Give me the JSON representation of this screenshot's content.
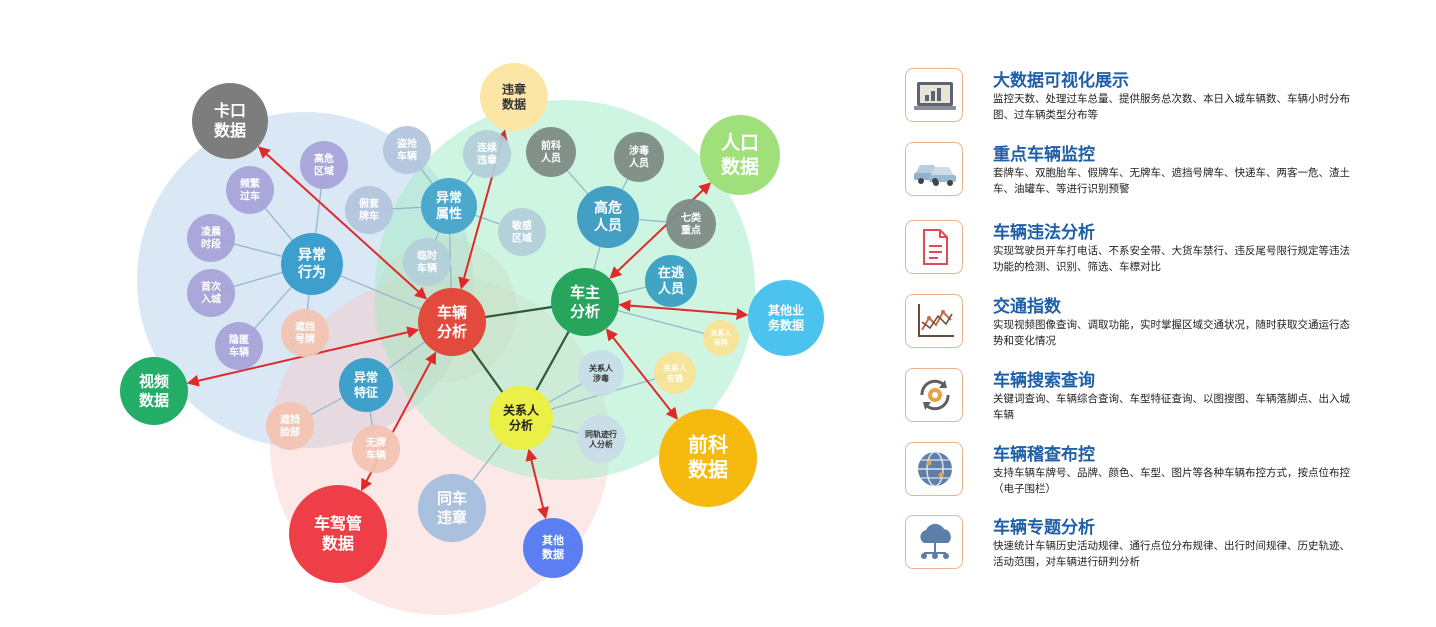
{
  "diagram": {
    "hubs": {
      "vehicle": "车辆\n分析",
      "owner": "车主\n分析",
      "relation": "关系人\n分析"
    },
    "sources": {
      "checkpoint": "卡口\n数据",
      "violation": "违章\n数据",
      "population": "人口\n数据",
      "other_business": "其他业\n务数据",
      "criminal": "前科\n数据",
      "other": "其他\n数据",
      "driving_mgmt": "车驾管\n数据",
      "video": "视频\n数据"
    },
    "categories": {
      "abnormal_behavior": "异常\n行为",
      "abnormal_attr": "异常\n属性",
      "abnormal_feature": "异常\n特征",
      "same_violation": "同车\n违章",
      "high_risk": "高危\n人员",
      "fugitive": "在逃\n人员"
    },
    "leaves": {
      "high_risk_area": "高危\n区域",
      "robbery": "盗抢\n车辆",
      "frequent": "频繁\n过车",
      "dawn": "凌晨\n时段",
      "first_entry": "首次\n入城",
      "hidden": "隐匿\n车辆",
      "cover_plate": "遮挡\n号牌",
      "cover_face": "遮挡\n脸部",
      "no_plate": "无牌\n车辆",
      "fake_plate": "假套\n牌车",
      "continuous": "连续\n违章",
      "temp_plate": "临时\n车辆",
      "sensitive": "敏感\n区域",
      "criminal_person": "前科\n人员",
      "drug": "涉毒\n人员",
      "seven": "七类\n重点",
      "relation_criminal": "关系人\n前科",
      "relation_fugitive": "关系人\n在逃",
      "relation_drug": "关系人\n涉毒",
      "companion": "同轨迹行\n人分析"
    }
  },
  "features": [
    {
      "icon": "laptop-chart-icon",
      "title": "大数据可视化展示",
      "desc": "监控天数、处理过车总量、提供服务总次数、本日入城车辆数、车辆小时分布图、过车辆类型分布等"
    },
    {
      "icon": "cars-icon",
      "title": "重点车辆监控",
      "desc": "套牌车、双胞胎车、假牌车、无牌车、遮挡号牌车、快递车、两客一危、渣土车、油罐车、等进行识别预警"
    },
    {
      "icon": "document-icon",
      "title": "车辆违法分析",
      "desc": "实现驾驶员开车打电话、不系安全带、大货车禁行、违反尾号限行规定等违法功能的检测、识别、筛选、车標对比"
    },
    {
      "icon": "line-graph-icon",
      "title": "交通指数",
      "desc": "实现视频图像查询、调取功能，实时掌握区域交通状况，随时获取交通运行态势和变化情况"
    },
    {
      "icon": "gear-cycle-icon",
      "title": "车辆搜索查询",
      "desc": "关键词查询、车辆综合查询、车型特征查询、以图搜图、车辆落脚点、出入城车辆"
    },
    {
      "icon": "globe-icon",
      "title": "车辆稽查布控",
      "desc": "支持车辆车牌号、品牌、颜色、车型、图片等各种车辆布控方式，按点位布控（电子围栏）"
    },
    {
      "icon": "cloud-network-icon",
      "title": "车辆专题分析",
      "desc": "快速统计车辆历史活动规律、通行点位分布规律、出行时间规律、历史轨迹、活动范围，对车辆进行研判分析"
    }
  ]
}
